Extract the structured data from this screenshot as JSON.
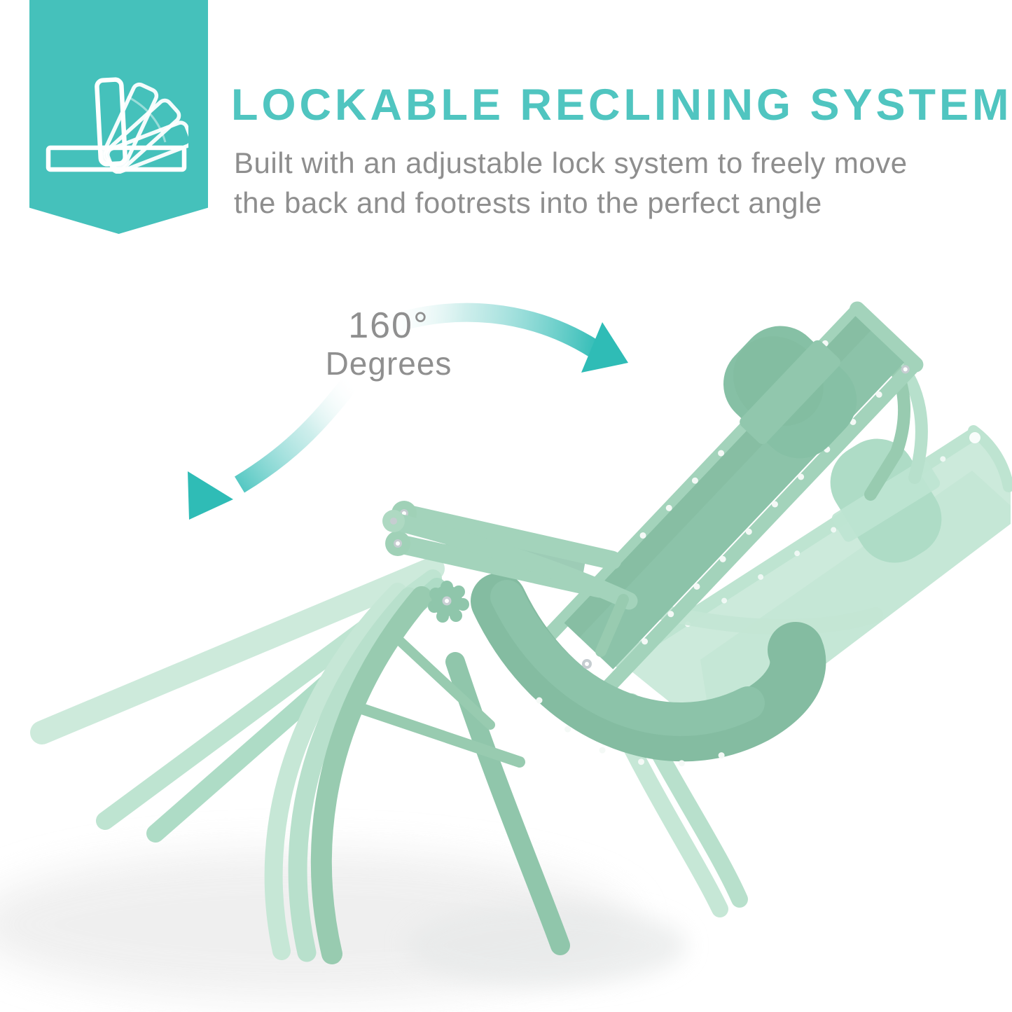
{
  "page": {
    "background": "#ffffff"
  },
  "colors": {
    "banner": "#45c1bb",
    "headline": "#50c5c0",
    "body_text": "#8e8e8e",
    "angle_text": "#8f8f8f",
    "arrow": "#2fbcb6",
    "chair_fabric": "#8cc3a9",
    "chair_fabric_dark": "#84bca1",
    "chair_tube": "#a3d3bb",
    "chair_tube_dark": "#98cbb0",
    "ghost": "#c9e9d9",
    "ghost_tube": "#bee4d1",
    "ghost_mid": "#aedcc6",
    "rivet": "#c6cdd1",
    "shadow": "#ececec"
  },
  "banner": {
    "icon": "recline-angle-icon"
  },
  "headline": {
    "text": "LOCKABLE RECLINING SYSTEM"
  },
  "description": {
    "line1": "Built with an adjustable lock system to freely move",
    "line2": "the back and footrests into the perfect angle"
  },
  "angle_label": {
    "value": "160°",
    "unit": "Degrees"
  },
  "illustration": {
    "subject": "zero-gravity-recliner-side-view",
    "icons": [
      "arrow-curve-right-icon",
      "arrow-curve-down-left-icon"
    ]
  }
}
